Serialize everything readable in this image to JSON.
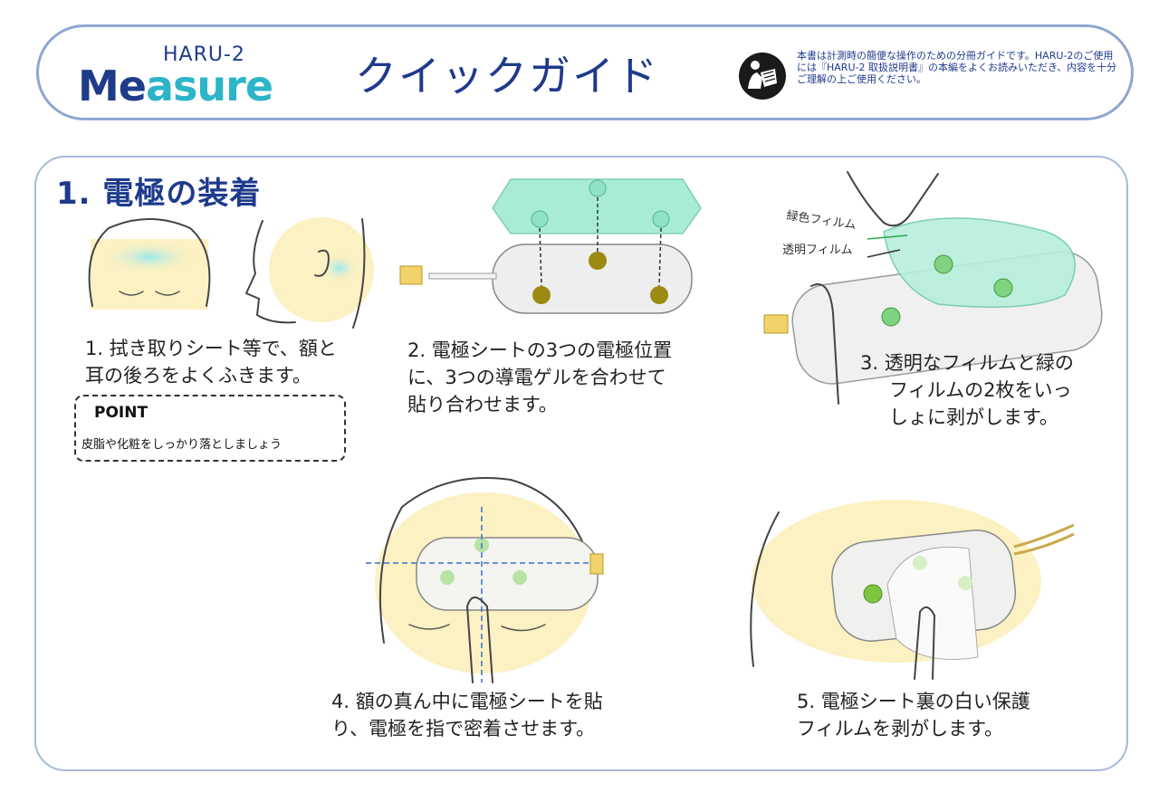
{
  "header": {
    "logo_haru": "HARU-2",
    "logo_measure_a": "Me",
    "logo_measure_b": "asure",
    "title": "クイックガイド",
    "icon": "manual-reader-icon",
    "notice": "本書は計測時の簡便な操作のための分冊ガイドです。HARU-2のご使用には『HARU-2 取扱説明書』の本編をよくお読みいただき、内容を十分ご理解の上ご使用ください。"
  },
  "section": {
    "title": "1. 電極の装着",
    "steps": [
      {
        "caption_line1": "1. 拭き取りシート等で、額と",
        "caption_line2": "耳の後ろをよくふきます。"
      },
      {
        "caption_line1": "2. 電極シートの3つの電極位置",
        "caption_line2": "に、3つの導電ゲルを合わせて",
        "caption_line3": "貼り合わせます。"
      },
      {
        "caption_line1": "3. 透明なフィルムと緑の",
        "caption_line2": "フィルムの2枚をいっ",
        "caption_line3": "しょに剥がします。",
        "label_green": "緑色フィルム",
        "label_clear": "透明フィルム"
      },
      {
        "caption_line1": "4. 額の真ん中に電極シートを貼",
        "caption_line2": "り、電極を指で密着させます。"
      },
      {
        "caption_line1": "5. 電極シート裏の白い保護",
        "caption_line2": "フィルムを剥がします。"
      }
    ],
    "point": {
      "title": "POINT",
      "text": "皮脂や化粧をしっかり落としましょう"
    }
  },
  "colors": {
    "brand_blue": "#1e3a8c",
    "border_blue": "#a7b9dc",
    "skin": "#fbf1c2",
    "gel_green": "#8fe3c4",
    "electrode_olive": "#9c8b12"
  }
}
